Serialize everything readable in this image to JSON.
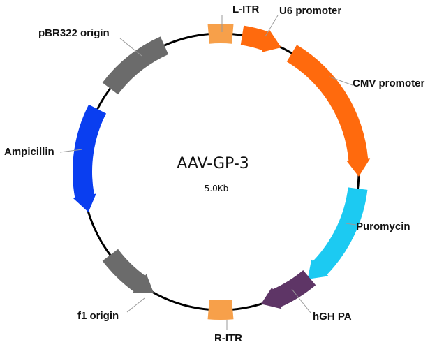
{
  "plasmid": {
    "name": "AAV-GP-3",
    "size": "5.0Kb"
  },
  "features": [
    {
      "id": "l-itr",
      "label": "L-ITR",
      "color": "#f7a04a",
      "shape": "box"
    },
    {
      "id": "u6-promoter",
      "label": "U6 promoter",
      "color": "#ff6a0d",
      "shape": "arrow-cw"
    },
    {
      "id": "cmv-promoter",
      "label": "CMV promoter",
      "color": "#ff6a0d",
      "shape": "arrow-cw"
    },
    {
      "id": "puromycin",
      "label": "Puromycin",
      "color": "#1ccaf2",
      "shape": "arrow-cw"
    },
    {
      "id": "hgh-pa",
      "label": "hGH PA",
      "color": "#5e3566",
      "shape": "arrow-cw"
    },
    {
      "id": "r-itr",
      "label": "R-ITR",
      "color": "#f7a04a",
      "shape": "box"
    },
    {
      "id": "f1-origin",
      "label": "f1 origin",
      "color": "#6b6b6b",
      "shape": "arrow-ccw"
    },
    {
      "id": "ampicillin",
      "label": "Ampicillin",
      "color": "#0a3ef0",
      "shape": "arrow-ccw"
    },
    {
      "id": "pbr322-origin",
      "label": "pBR322 origin",
      "color": "#6b6b6b",
      "shape": "box"
    }
  ]
}
